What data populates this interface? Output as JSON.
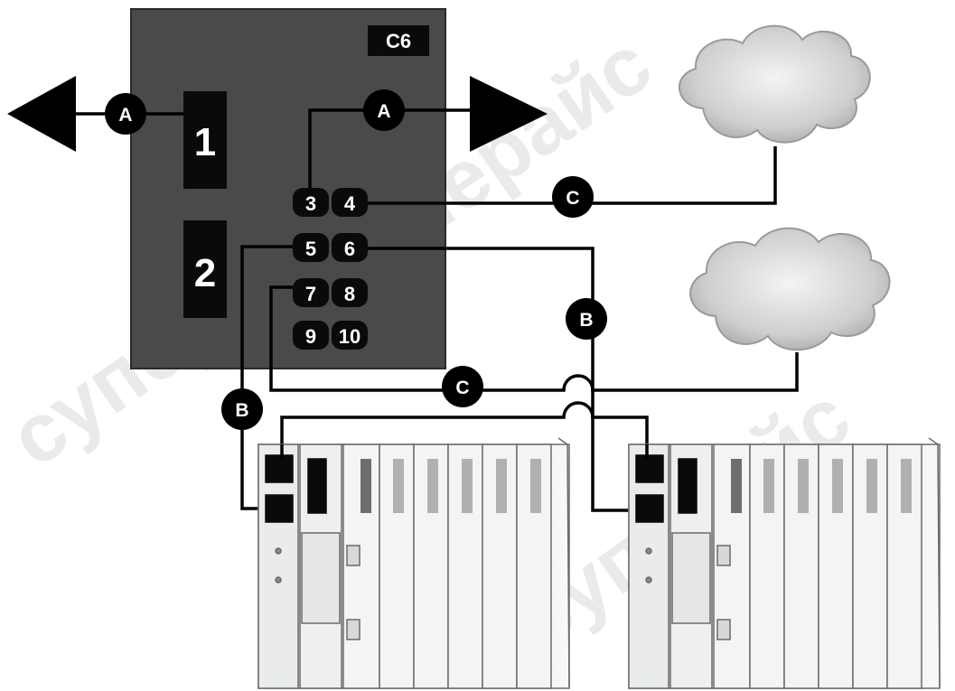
{
  "module": {
    "label": "C6"
  },
  "ports": {
    "port1": "1",
    "port2": "2",
    "small": [
      "3",
      "4",
      "5",
      "6",
      "7",
      "8",
      "9",
      "10"
    ]
  },
  "callouts": {
    "a": "A",
    "b": "B",
    "c": "C"
  },
  "watermark": "суперайс",
  "colors": {
    "module_body": "#4a4a4a",
    "port_fill": "#0a0a0a",
    "wire": "#000000",
    "cloud": "#c9c9c9",
    "rack": "#f1f3f1"
  }
}
